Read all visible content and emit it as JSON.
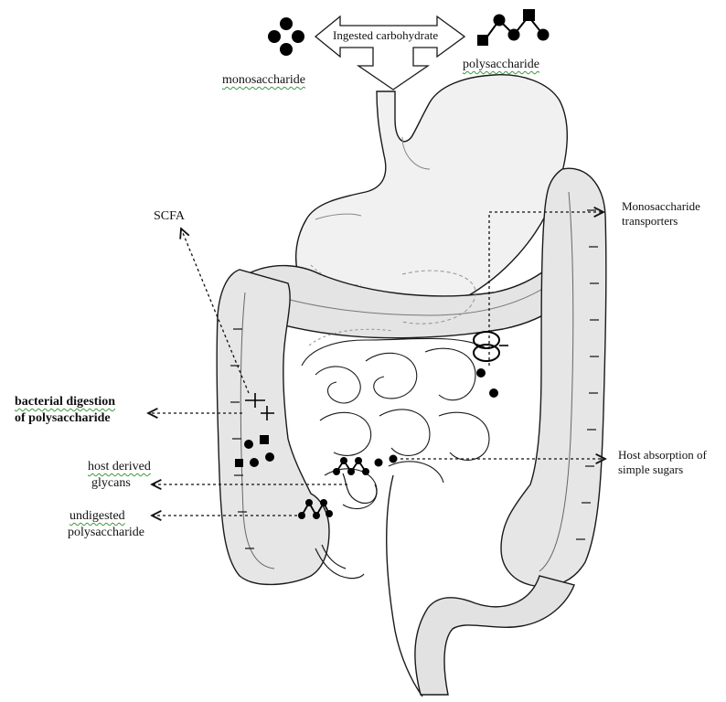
{
  "labels": {
    "ingested": "Ingested carbohydrate",
    "monosaccharide": "monosaccharide",
    "polysaccharide": "polysaccharide",
    "scfa": "SCFA",
    "mono_transporter_1": "Monosaccharide",
    "mono_transporter_2": "transporters",
    "bacterial_1": "bacterial digestion",
    "bacterial_2": "of polysaccharide",
    "host_glycans_1": "host derived",
    "host_glycans_2": "glycans",
    "undigested_1": "undigested",
    "undigested_2": "polysaccharide",
    "host_absorption_1": "Host absorption of",
    "host_absorption_2": "simple sugars"
  },
  "colors": {
    "organ_fill": "#efefef",
    "outline": "#1a1a1a",
    "molecule": "#000000",
    "underline": "#3a9a3a"
  }
}
